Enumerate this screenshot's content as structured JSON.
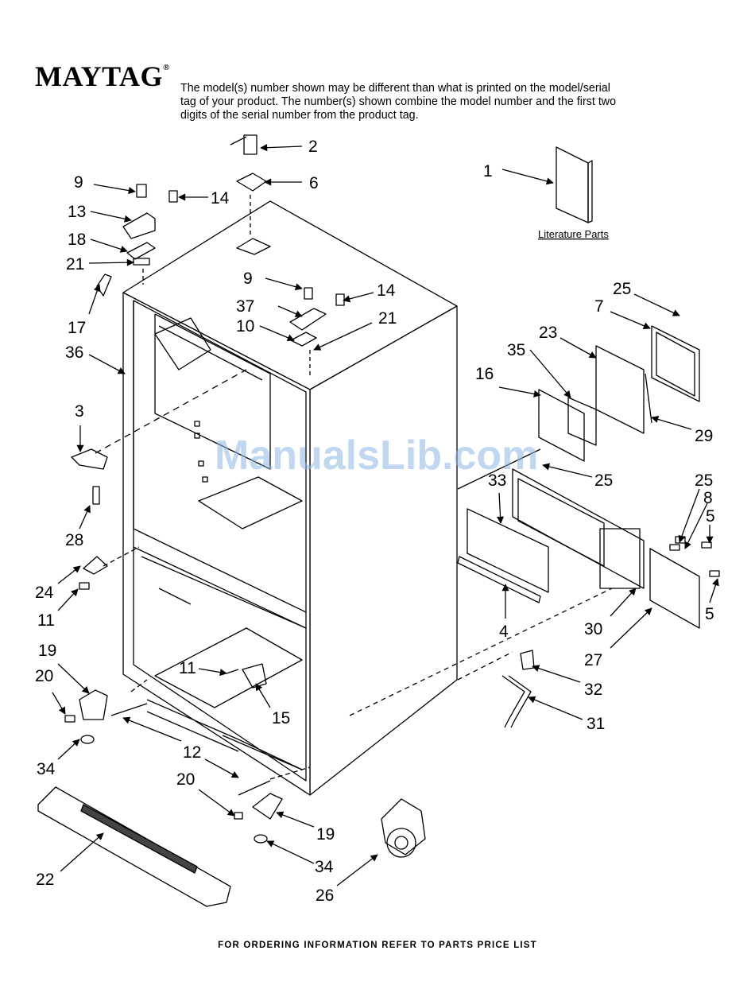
{
  "brand": {
    "name": "MAYTAG",
    "registered": "®"
  },
  "note": "The model(s) number shown may be different than what is printed on the model/serial tag of your product. The number(s) shown combine the model number and the first two digits of the serial number from the product tag.",
  "literature_label": "Literature Parts",
  "watermark": "ManualsLib.com",
  "footer": "FOR ORDERING INFORMATION REFER TO PARTS PRICE LIST",
  "callouts": {
    "c1": "1",
    "c2": "2",
    "c6": "6",
    "c9a": "9",
    "c14a": "14",
    "c13": "13",
    "c18": "18",
    "c21a": "21",
    "c17": "17",
    "c36": "36",
    "c9b": "9",
    "c14b": "14",
    "c37": "37",
    "c10": "10",
    "c21b": "21",
    "c3": "3",
    "c28": "28",
    "c24": "24",
    "c11a": "11",
    "c19a": "19",
    "c20a": "20",
    "c34a": "34",
    "c11b": "11",
    "c15": "15",
    "c12": "12",
    "c20b": "20",
    "c19b": "19",
    "c34b": "34",
    "c22": "22",
    "c26": "26",
    "c25a": "25",
    "c7": "7",
    "c23": "23",
    "c35": "35",
    "c16": "16",
    "c29": "29",
    "c25b": "25",
    "c33": "33",
    "c25c": "25",
    "c8": "8",
    "c5a": "5",
    "c5b": "5",
    "c4": "4",
    "c30": "30",
    "c27": "27",
    "c32": "32",
    "c31": "31"
  }
}
